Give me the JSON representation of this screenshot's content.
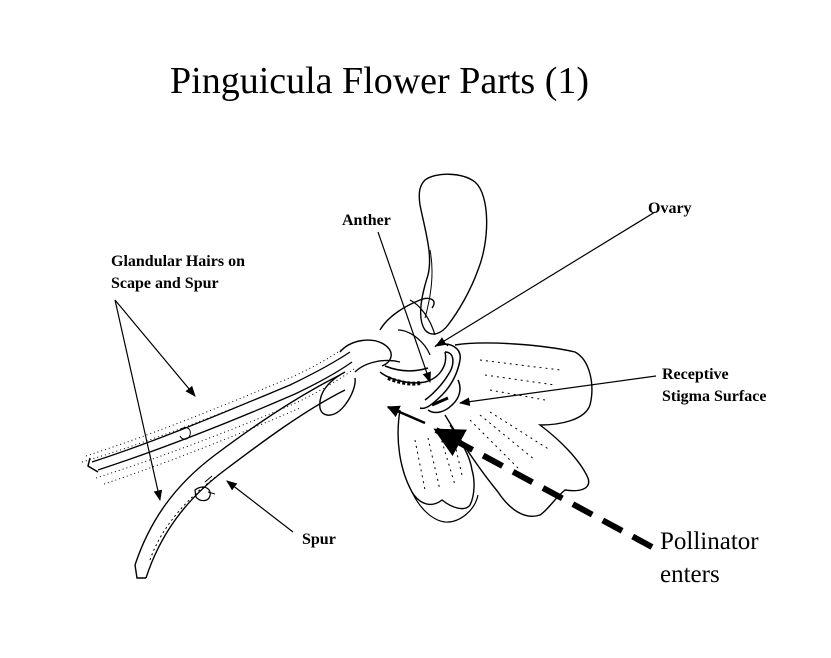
{
  "title": "Pinguicula Flower Parts (1)",
  "labels": {
    "anther": "Anther",
    "ovary": "Ovary",
    "glandular_line1": "Glandular Hairs on",
    "glandular_line2": "Scape and Spur",
    "receptive_line1": "Receptive",
    "receptive_line2": "Stigma Surface",
    "spur": "Spur",
    "pollinator_line1": "Pollinator",
    "pollinator_line2": "enters"
  },
  "colors": {
    "ink": "#000000",
    "background": "#ffffff"
  }
}
